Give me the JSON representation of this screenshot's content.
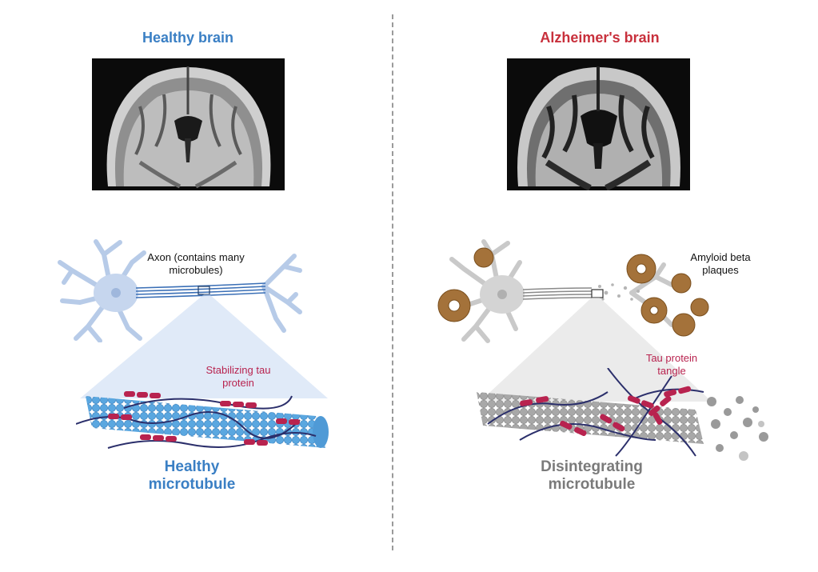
{
  "healthy": {
    "title": "Healthy brain",
    "axon_label": "Axon (contains many microbules)",
    "tau_label": "Stabilizing tau protein",
    "microtubule_label": "Healthy microtubule"
  },
  "alzheimers": {
    "title": "Alzheimer's brain",
    "plaque_label": "Amyloid beta plaques",
    "tangle_label": "Tau protein tangle",
    "microtubule_label": "Disintegrating microtubule"
  },
  "colors": {
    "healthy_blue": "#3a7fc4",
    "alz_red": "#c8303c",
    "tau_magenta": "#b8234f",
    "grey_text": "#7a7a7a",
    "neuron_blue": "#b7cbe8",
    "neuron_grey": "#c9c9c9",
    "plaque_brown": "#a4723a"
  }
}
